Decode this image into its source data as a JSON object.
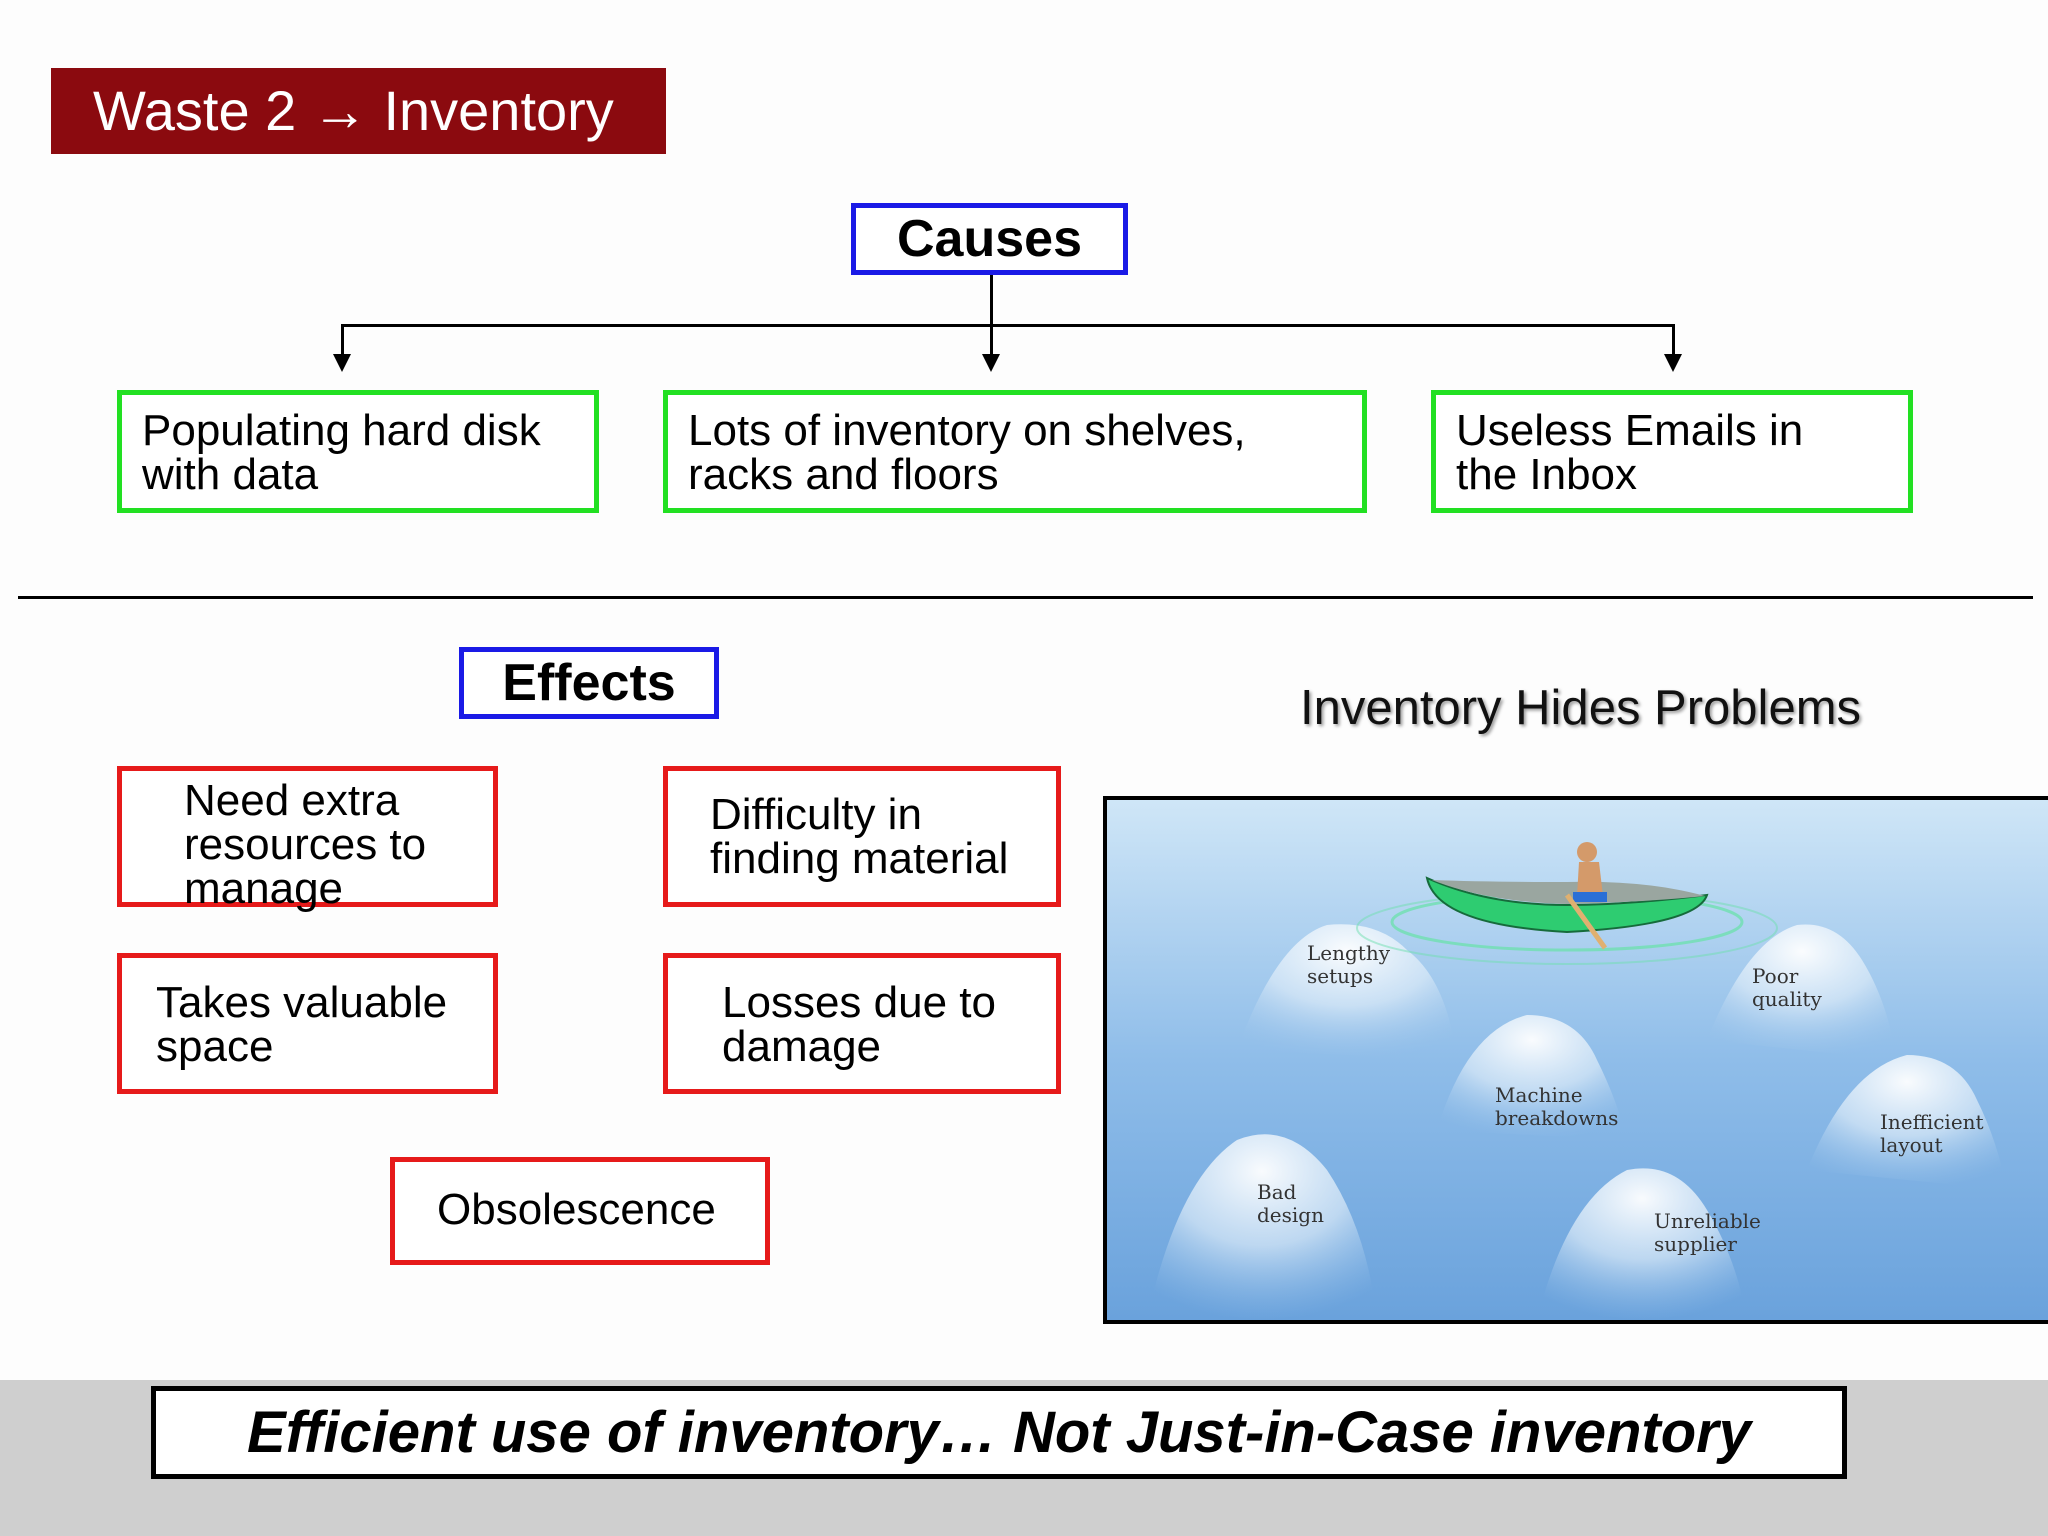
{
  "title": "Waste 2 → Inventory",
  "causes": {
    "header": "Causes",
    "items": [
      {
        "line1": "Populating hard disk",
        "line2": "with data"
      },
      {
        "line1": "Lots of inventory on shelves,",
        "line2": "racks and floors"
      },
      {
        "line1": "Useless Emails in",
        "line2": "the Inbox"
      }
    ]
  },
  "effects": {
    "header": "Effects",
    "items": [
      {
        "line1": "Need extra",
        "line2": "resources to",
        "line3": "manage"
      },
      {
        "line1": "Difficulty in",
        "line2": "finding material"
      },
      {
        "line1": "Takes valuable",
        "line2": "space"
      },
      {
        "line1": "Losses due to",
        "line2": "damage"
      },
      {
        "line1": "Obsolescence"
      }
    ]
  },
  "illustration": {
    "title": "Inventory Hides Problems",
    "rocks": [
      {
        "line1": "Lengthy",
        "line2": "setups"
      },
      {
        "line1": "Poor",
        "line2": "quality"
      },
      {
        "line1": "Machine",
        "line2": "breakdowns"
      },
      {
        "line1": "Inefficient",
        "line2": "layout"
      },
      {
        "line1": "Bad",
        "line2": "design"
      },
      {
        "line1": "Unreliable",
        "line2": "supplier"
      }
    ],
    "colors": {
      "water_top": "#cfe6f7",
      "water_bottom": "#6aa2dc",
      "canoe": "#2ecc71"
    }
  },
  "footer": "Efficient use of inventory… Not Just-in-Case inventory",
  "colors": {
    "title_bg": "#8b0a0f",
    "header_border": "#1a1ae6",
    "cause_border": "#22e022",
    "effect_border": "#e61a1a"
  }
}
